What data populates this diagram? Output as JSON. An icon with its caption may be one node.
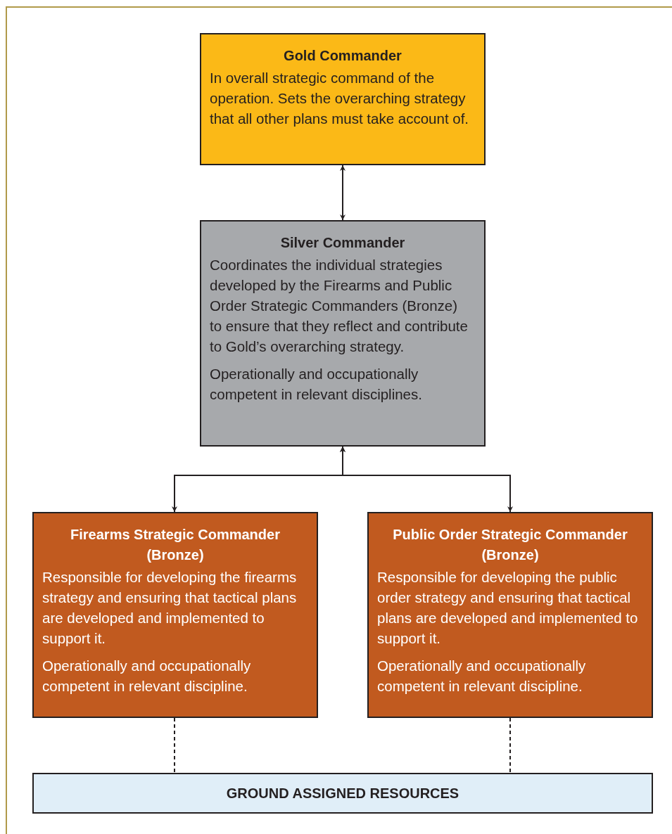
{
  "diagram": {
    "nodes": [
      {
        "text": [
          "Gold Commander",
          "In overall strategic command of the operation. Sets the overarching strategy that all other plans must take account of."
        ]
      },
      {
        "text": [
          "Silver Commander",
          "Coordinates the individual strategies developed by the Firearms and Public Order Strategic Commanders (Bronze) to ensure that they reflect and contribute to Gold’s overarching strategy.",
          "Operationally and occupationally competent in relevant disciplines."
        ]
      },
      {
        "text": [
          "Firearms Strategic Commander (Bronze)",
          "Responsible for developing the firearms strategy and ensuring that tactical plans are developed and implemented to support it.",
          "Operationally and occupationally competent in relevant discipline."
        ]
      },
      {
        "text": [
          "Public Order Strategic Commander (Bronze)",
          "Responsible for developing the public order strategy and ensuring that tactical plans are developed and implemented to support it.",
          "Operationally and occupationally competent in relevant discipline."
        ]
      },
      {
        "text": [
          "GROUND ASSIGNED RESOURCES"
        ]
      }
    ],
    "edges": [
      {
        "from": 0,
        "to": 1,
        "arrow": "both"
      },
      {
        "from": 1,
        "to": 2,
        "arrow": "both"
      },
      {
        "from": 1,
        "to": 3,
        "arrow": "both"
      },
      {
        "from": 2,
        "to": 4,
        "arrow": "none",
        "style": "dashed"
      },
      {
        "from": 3,
        "to": 4,
        "arrow": "none",
        "style": "dashed"
      }
    ]
  }
}
